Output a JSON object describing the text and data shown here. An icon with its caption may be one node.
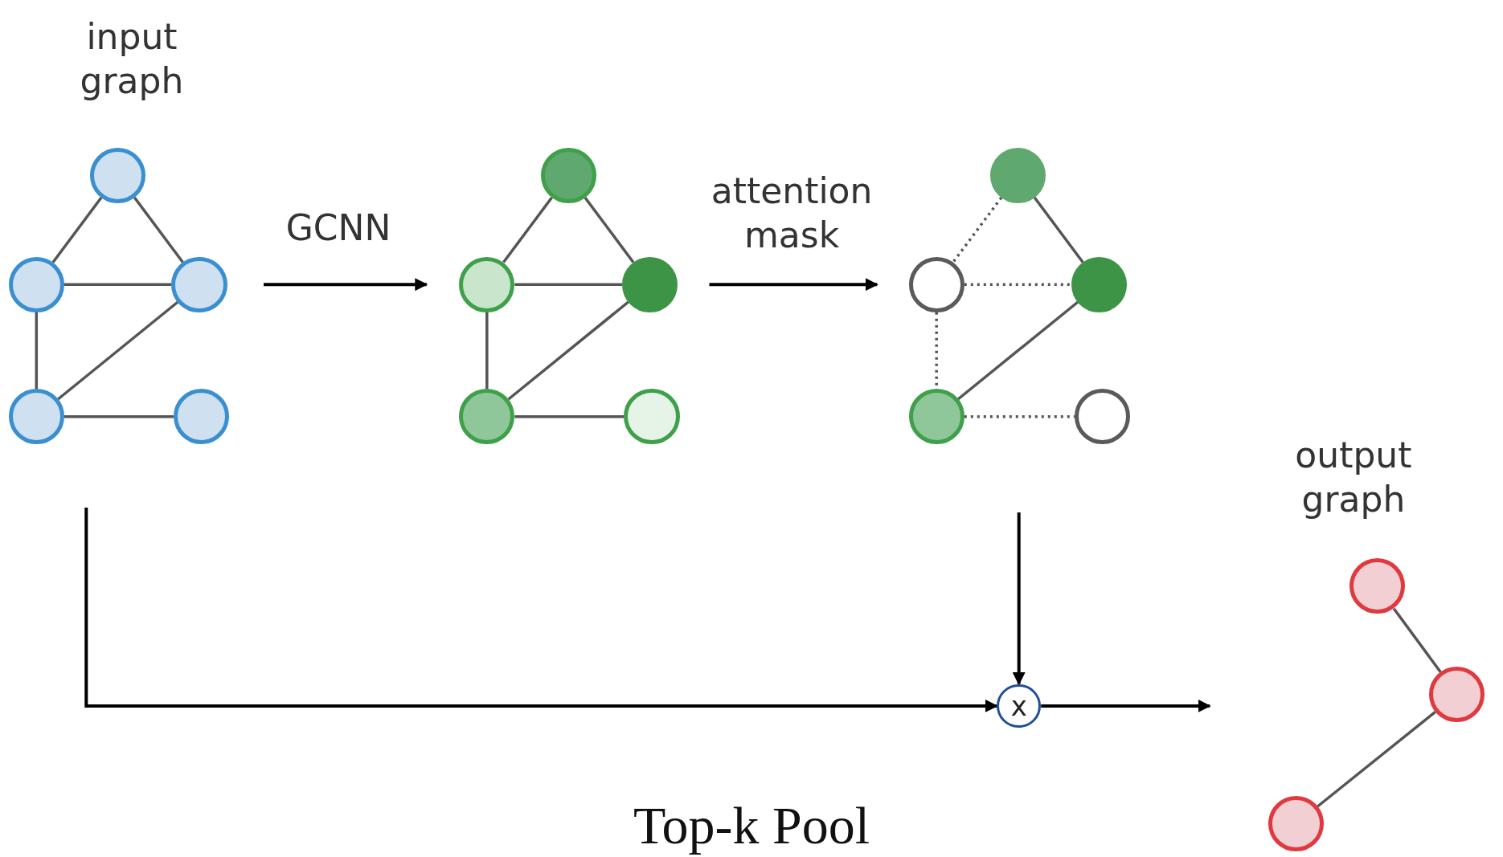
{
  "diagram": {
    "caption": "Top-k Pool",
    "nodes": [
      {
        "text": [
          "input graph"
        ]
      },
      {
        "text": [],
        "shape": "circle",
        "in": 0
      },
      {
        "text": [],
        "shape": "circle",
        "in": 0
      },
      {
        "text": [],
        "shape": "circle",
        "in": 0
      },
      {
        "text": [],
        "shape": "circle",
        "in": 0
      },
      {
        "text": [],
        "shape": "circle",
        "in": 0
      },
      {
        "text": [],
        "shape": "picture"
      },
      {
        "text": [],
        "shape": "circle",
        "in": 6
      },
      {
        "text": [],
        "shape": "circle",
        "in": 6
      },
      {
        "text": [],
        "shape": "circle",
        "in": 6
      },
      {
        "text": [],
        "shape": "circle",
        "in": 6
      },
      {
        "text": [],
        "shape": "circle",
        "in": 6
      },
      {
        "text": [],
        "shape": "picture"
      },
      {
        "text": [],
        "shape": "circle",
        "in": 12
      },
      {
        "text": [],
        "shape": "circle",
        "in": 12
      },
      {
        "text": [],
        "shape": "circle",
        "in": 12
      },
      {
        "text": [],
        "shape": "circle",
        "in": 12
      },
      {
        "text": [],
        "shape": "circle",
        "in": 12
      },
      {
        "text": [
          "x"
        ]
      },
      {
        "text": [
          "output graph"
        ]
      },
      {
        "text": [],
        "shape": "circle",
        "in": 19
      },
      {
        "text": [],
        "shape": "circle",
        "in": 19
      },
      {
        "text": [],
        "shape": "circle",
        "in": 19
      }
    ],
    "edges": [
      {
        "from": 1,
        "to": 2,
        "arrow": "none"
      },
      {
        "from": 1,
        "to": 3,
        "arrow": "none"
      },
      {
        "from": 2,
        "to": 3,
        "arrow": "none"
      },
      {
        "from": 2,
        "to": 4,
        "arrow": "none"
      },
      {
        "from": 3,
        "to": 4,
        "arrow": "none"
      },
      {
        "from": 4,
        "to": 5,
        "arrow": "none"
      },
      {
        "from": 7,
        "to": 8,
        "arrow": "none"
      },
      {
        "from": 7,
        "to": 9,
        "arrow": "none"
      },
      {
        "from": 8,
        "to": 9,
        "arrow": "none"
      },
      {
        "from": 8,
        "to": 10,
        "arrow": "none"
      },
      {
        "from": 9,
        "to": 10,
        "arrow": "none"
      },
      {
        "from": 10,
        "to": 11,
        "arrow": "none"
      },
      {
        "from": 13,
        "to": 14,
        "arrow": "none",
        "style": "dashed"
      },
      {
        "from": 13,
        "to": 15,
        "arrow": "none"
      },
      {
        "from": 14,
        "to": 15,
        "arrow": "none",
        "style": "dashed"
      },
      {
        "from": 14,
        "to": 16,
        "arrow": "none",
        "style": "dashed"
      },
      {
        "from": 15,
        "to": 16,
        "arrow": "none"
      },
      {
        "from": 16,
        "to": 17,
        "arrow": "none",
        "style": "dashed"
      },
      {
        "from": 20,
        "to": 21,
        "arrow": "none"
      },
      {
        "from": 21,
        "to": 22,
        "arrow": "none"
      },
      {
        "from": 0,
        "to": 6,
        "arrow": "to",
        "label": "GCNN",
        "color": "#000000"
      },
      {
        "from": 6,
        "to": 12,
        "arrow": "to",
        "label": "attention mask",
        "color": "#000000"
      },
      {
        "from": 12,
        "to": 18,
        "arrow": "to",
        "color": "#000000"
      },
      {
        "from": 0,
        "to": 18,
        "arrow": "to",
        "color": "#000000"
      },
      {
        "from": 18,
        "to": 19,
        "arrow": "to",
        "color": "#000000"
      }
    ]
  }
}
